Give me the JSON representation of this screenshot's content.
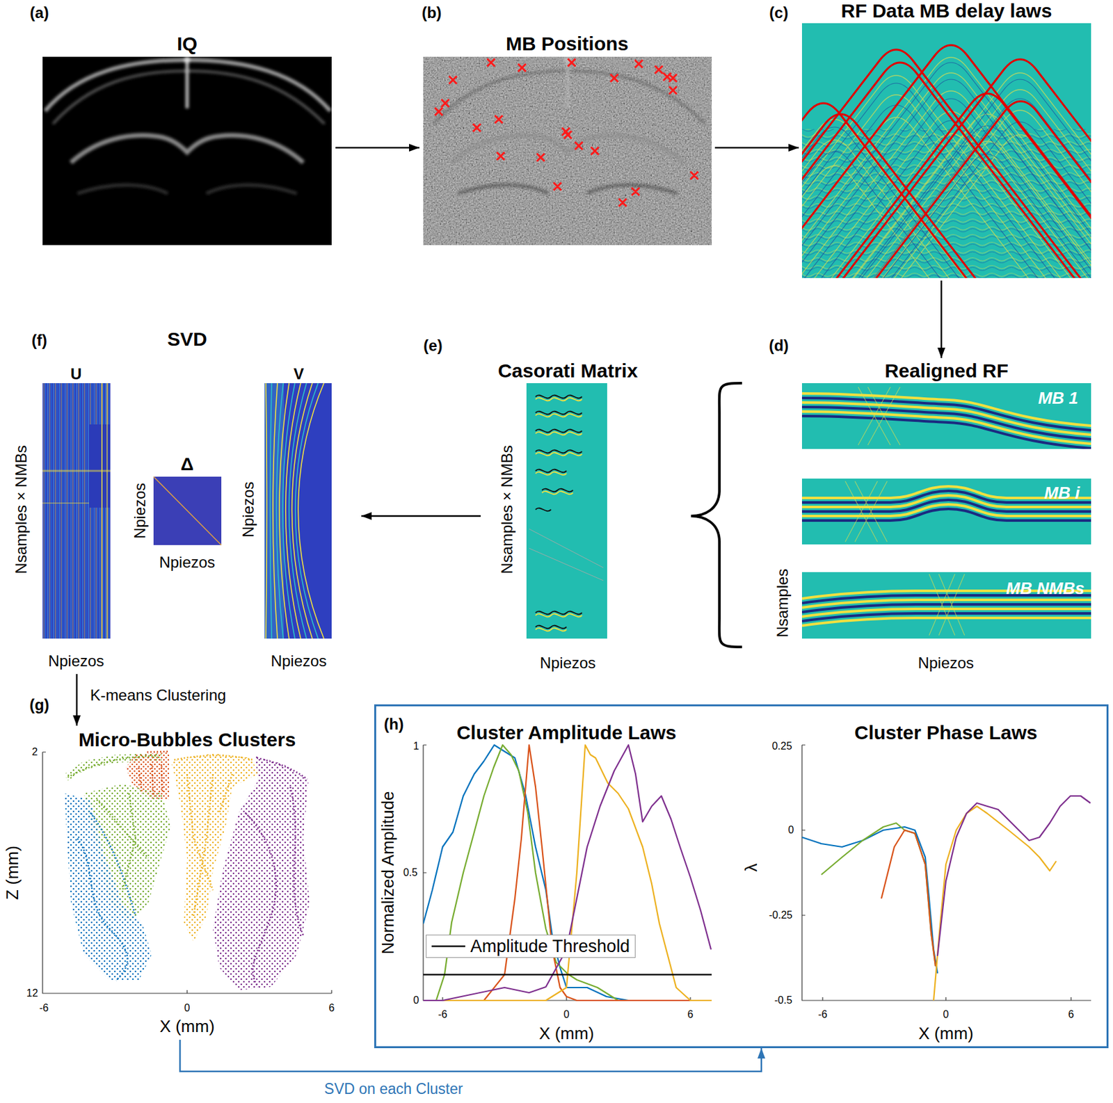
{
  "diagram": {
    "nodes": [
      {
        "text": [
          "IQ"
        ]
      },
      {
        "text": [
          "MB Positions"
        ]
      },
      {
        "text": [
          "RF Data MB delay laws"
        ]
      },
      {
        "text": [
          "SVD"
        ]
      },
      {
        "text": [
          "Casorati Matrix"
        ]
      },
      {
        "text": [
          "Realigned RF"
        ]
      },
      {
        "text": [
          "Micro-Bubbles Clusters"
        ]
      },
      {
        "text": [
          "(h)"
        ]
      },
      {
        "text": [
          "Cluster Amplitude Laws"
        ],
        "in": 7
      },
      {
        "text": [
          "Cluster Phase Laws"
        ],
        "in": 7
      }
    ],
    "edges": [
      {
        "from": 0,
        "to": 1,
        "arrow": "to"
      },
      {
        "from": 1,
        "to": 2,
        "arrow": "to"
      },
      {
        "from": 2,
        "to": 5,
        "arrow": "to"
      },
      {
        "from": 5,
        "to": 4,
        "arrow": "none"
      },
      {
        "from": 4,
        "to": 3,
        "arrow": "to"
      },
      {
        "from": 3,
        "to": 6,
        "label": "K-means Clustering",
        "arrow": "to"
      },
      {
        "from": 6,
        "to": 7,
        "label": "SVD on each Cluster",
        "arrow": "to"
      }
    ],
    "labels": [
      "(a)",
      "(b)",
      "(c)",
      "(f)",
      "U",
      "V",
      "Nsamples × NMBs",
      "Δ",
      "Npiezos",
      "Npiezos",
      "Npiezos",
      "Npiezos",
      "Npiezos",
      "(e)",
      "Nsamples × NMBs",
      "Npiezos",
      "(d)",
      "MB 1",
      "MB i",
      "MB NMBs",
      "Nsamples",
      "Npiezos",
      "(g)",
      "2",
      "12",
      "-6",
      "0",
      "6",
      "Z (mm)",
      "X (mm)",
      "1",
      "0.5",
      "0",
      "-6",
      "0",
      "6",
      "Normalized Amplitude",
      "X (mm)",
      "0.25",
      "0",
      "-0.25",
      "-0.5",
      "-6",
      "0",
      "6",
      "λ",
      "X (mm)"
    ],
    "legend": [
      {
        "text": "Amplitude Threshold"
      }
    ]
  }
}
